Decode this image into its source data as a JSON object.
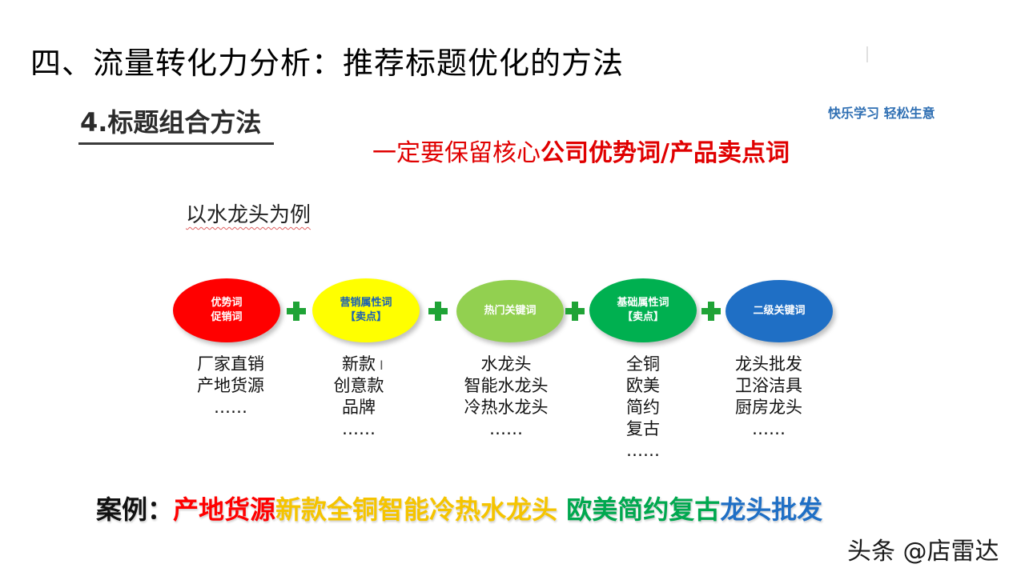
{
  "slide": {
    "title": "四、流量转化力分析：推荐标题优化的方法",
    "section_heading": "4.标题组合方法",
    "brand_tagline": "快乐学习 轻松生意",
    "core_note_prefix": "一定要保留核心",
    "core_note_bold": "公司优势词/产品卖点词",
    "example_label": "以水龙头为例"
  },
  "categories": [
    {
      "lines": [
        "优势词",
        "促销词"
      ],
      "color": "#ff0000",
      "examples": [
        "厂家直销",
        "产地货源",
        "……"
      ]
    },
    {
      "lines": [
        "营销属性词",
        "【卖点】"
      ],
      "color": "#ffff00",
      "examples": [
        "新款",
        "创意款",
        "品牌",
        "……"
      ]
    },
    {
      "lines": [
        "热门关键词"
      ],
      "color": "#92d050",
      "examples": [
        "水龙头",
        "智能水龙头",
        "冷热水龙头",
        "……"
      ]
    },
    {
      "lines": [
        "基础属性词",
        "【卖点】"
      ],
      "color": "#00b050",
      "examples": [
        "全铜",
        "欧美",
        "简约",
        "复古",
        "……"
      ]
    },
    {
      "lines": [
        "二级关键词"
      ],
      "color": "#1f6fc5",
      "examples": [
        "龙头批发",
        "卫浴洁具",
        "厨房龙头",
        "……"
      ]
    }
  ],
  "case": {
    "label": "案例：",
    "part_red": "产地货源",
    "part_yellow": "新款全铜智能冷热水龙头",
    "part_green": "欧美简约复古",
    "part_blue": "龙头批发"
  },
  "watermark": "头条 @店雷达",
  "colors": {
    "accent_red": "#ff0000",
    "accent_yellow": "#f5c400",
    "accent_green": "#00a84f",
    "accent_blue": "#1f6fc5",
    "plus_green": "#1fa336"
  },
  "icons": {
    "plus": "plus-icon",
    "text_cursor": "text-cursor-icon"
  }
}
